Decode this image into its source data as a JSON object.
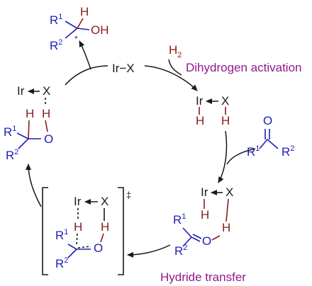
{
  "atoms": {
    "R": "R",
    "one": "1",
    "two": "2",
    "H": "H",
    "OH": "OH",
    "O": "O",
    "X": "X",
    "IrX": "Ir−X",
    "Ir": "Ir",
    "H2": "H",
    "H2_sub": "2",
    "star": "*",
    "dagger": "‡"
  },
  "labels": {
    "dihydrogen_activation": "Dihydrogen activation",
    "hydride_transfer": "Hydride transfer"
  },
  "colors": {
    "metal": "#1a1a1a",
    "organic": "#1f1fb8",
    "hydrogen": "#8b1a1a",
    "step_label": "#8e1a8e"
  }
}
